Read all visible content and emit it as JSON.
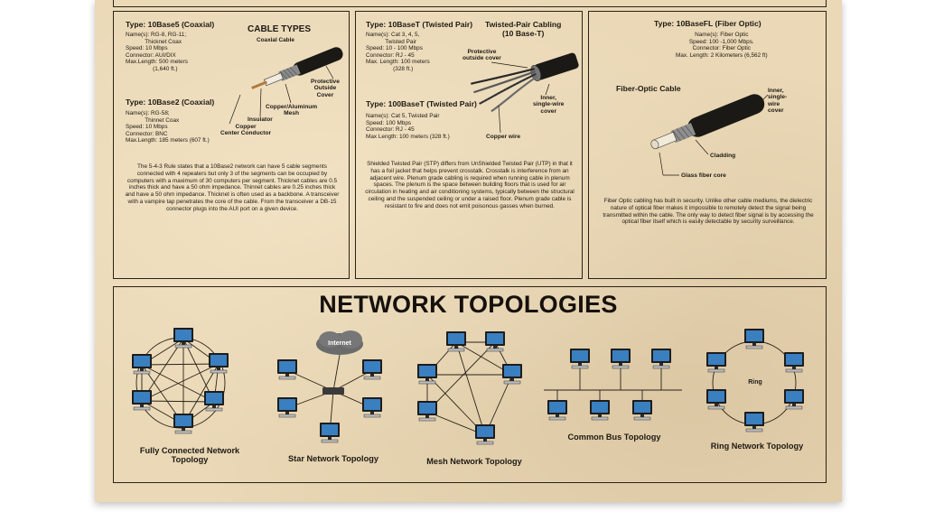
{
  "panel1": {
    "heading": "CABLE TYPES",
    "subheading": "Coaxial Cable",
    "spec1": {
      "type": "Type: 10Base5 (Coaxial)",
      "lines": [
        "Name(s): RG-8, RG-11;",
        "            Thicknet Coax",
        "Speed: 10 Mbps",
        "Connector: AUI/DIX",
        "Max.Length: 500 meters",
        "                 (1,640 ft.)"
      ]
    },
    "spec2": {
      "type": "Type: 10Base2 (Coaxial)",
      "lines": [
        "Name(s): RG-58;",
        "            Thinnet Coax",
        "Speed: 10 Mbps",
        "Connector: BNC",
        "Max.Length: 185 meters (607 ft.)"
      ]
    },
    "labels": {
      "protective": "Protective\nOutside\nCover",
      "mesh": "Copper/Aluminum\nMesh",
      "insulator": "Insulator",
      "conductor": "Copper\nCenter Conductor"
    },
    "paragraph": "The 5-4-3 Rule states that a 10Base2 network can have 5 cable segments connected with 4 repeaters but only 3 of the segments can be occupied by computers with a maximum of 30 computers per segment. Thicknet cables are 0.5 inches thick and have a 50 ohm impedance. Thinnet cables are 0.25 inches thick and have a 50 ohm impedance. Thicknet is often used as a backbone. A transceiver with a vampire tap penetrates the core of the cable. From the transceiver a DB-15 connector plugs into the AUI port on a given device."
  },
  "panel2": {
    "heading": "Twisted-Pair Cabling\n(10 Base-T)",
    "spec1": {
      "type": "Type: 10BaseT (Twisted Pair)",
      "lines": [
        "Name(s): Cat 3, 4, 5,",
        "            Twisted Pair",
        "Speed: 10 - 100 Mbps",
        "Connector: RJ - 45",
        "Max. Length: 100 meters",
        "                 (328 ft.)"
      ]
    },
    "spec2": {
      "type": "Type: 100BaseT (Twisted Pair)",
      "lines": [
        "Name(s): Cat 5, Twisted Pair",
        "Speed: 100 Mbps",
        "Connector: RJ - 45",
        "Max Length: 100 meters (328 ft.)"
      ]
    },
    "labels": {
      "protective": "Protective\noutside cover",
      "inner": "Inner,\nsingle-wire\ncover",
      "copper": "Copper wire"
    },
    "paragraph": "Shielded Twisted Pair (STP) differs from UnShielded Twisted Pair (UTP) in that it has a foil jacket that helps prevent crosstalk. Crosstalk is interference from an adjacent wire. Plenum grade cabling is required when running cable in plenum spaces. The plenum is the space between building floors that is used for air circulation in heating and air conditioning systems, typically between the structural ceiling and the suspended ceiling or under a raised floor. Plenum grade cable is resistant to fire and does not emit poisonous gasses when burned."
  },
  "panel3": {
    "spec1": {
      "type": "Type: 10BaseFL (Fiber Optic)",
      "lines": [
        "Name(s): Fiber Optic",
        "Speed: 100 -1,000 Mbps.",
        "Connector: Fiber Optic",
        "Max. Length: 2 Kilometers (6,562 ft)"
      ]
    },
    "subheading": "Fiber-Optic Cable",
    "labels": {
      "inner": "Inner,\nsingle-\nwire\ncover",
      "cladding": "Cladding",
      "glass": "Glass fiber core"
    },
    "paragraph": "Fiber Optic cabling has built in security. Unlike other cable mediums, the dielectric nature of optical fiber makes it impossible to remotely detect the signal being transmitted within the cable. The only way to detect fiber signal is by accessing the optical fiber itself which is easily detectable by security surveillance."
  },
  "topologies": {
    "title": "NETWORK TOPOLOGIES",
    "items": [
      {
        "label": "Fully Connected Network\nTopology"
      },
      {
        "label": "Star Network Topology",
        "cloud": "Internet"
      },
      {
        "label": "Mesh Network Topology"
      },
      {
        "label": "Common Bus Topology"
      },
      {
        "label": "Ring Network Topology",
        "center": "Ring"
      }
    ]
  },
  "colors": {
    "paper": "#ead8b6",
    "ink": "#1e1a14",
    "screen": "#3a7fc0"
  }
}
